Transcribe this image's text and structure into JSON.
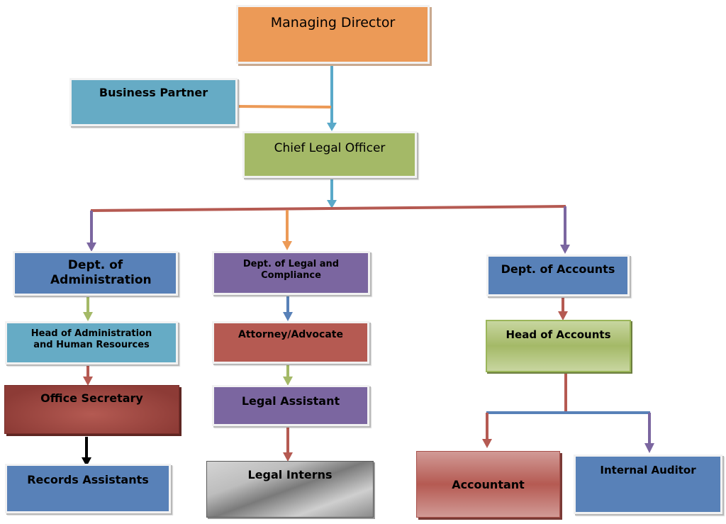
{
  "diagram": {
    "type": "organizational-chart",
    "nodes": {
      "managing_director": "Managing Director",
      "business_partner": "Business Partner",
      "chief_legal_officer": "Chief Legal Officer",
      "dept_administration": "Dept. of Administration",
      "dept_legal_compliance": "Dept. of Legal and Compliance",
      "dept_accounts": "Dept. of Accounts",
      "head_admin_hr": "Head of Administration and Human Resources",
      "attorney_advocate": "Attorney/Advocate",
      "head_accounts": "Head of Accounts",
      "office_secretary": "Office Secretary",
      "legal_assistant": "Legal Assistant",
      "records_assistants": "Records Assistants",
      "legal_interns": "Legal Interns",
      "accountant": "Accountant",
      "internal_auditor": "Internal Auditor"
    },
    "edges": [
      {
        "from": "managing_director",
        "to": "chief_legal_officer",
        "color": "#5aa9c9"
      },
      {
        "from": "business_partner",
        "to": "chief_legal_officer",
        "color": "#ec9a57",
        "style": "joins-line"
      },
      {
        "from": "chief_legal_officer",
        "to": "dept_administration",
        "color": "#7b66a0"
      },
      {
        "from": "chief_legal_officer",
        "to": "dept_legal_compliance",
        "color": "#ec9a57"
      },
      {
        "from": "chief_legal_officer",
        "to": "dept_accounts",
        "color": "#7b66a0"
      },
      {
        "from": "dept_administration",
        "to": "head_admin_hr",
        "color": "#a4b967"
      },
      {
        "from": "head_admin_hr",
        "to": "office_secretary",
        "color": "#b55a52"
      },
      {
        "from": "office_secretary",
        "to": "records_assistants",
        "color": "#000000"
      },
      {
        "from": "dept_legal_compliance",
        "to": "attorney_advocate",
        "color": "#5881b8"
      },
      {
        "from": "attorney_advocate",
        "to": "legal_assistant",
        "color": "#a4b967"
      },
      {
        "from": "legal_assistant",
        "to": "legal_interns",
        "color": "#b55a52"
      },
      {
        "from": "dept_accounts",
        "to": "head_accounts",
        "color": "#b55a52"
      },
      {
        "from": "head_accounts",
        "to": "accountant",
        "color": "#b55a52"
      },
      {
        "from": "head_accounts",
        "to": "internal_auditor",
        "color": "#7b66a0"
      }
    ],
    "colors": {
      "orange": "#ec9a57",
      "teal": "#66abc5",
      "green": "#a4b967",
      "blue": "#5881b8",
      "purple": "#7b66a0",
      "red": "#b55a52",
      "dark_red": "#8d3b36",
      "grey": "#bdbdbd"
    }
  }
}
